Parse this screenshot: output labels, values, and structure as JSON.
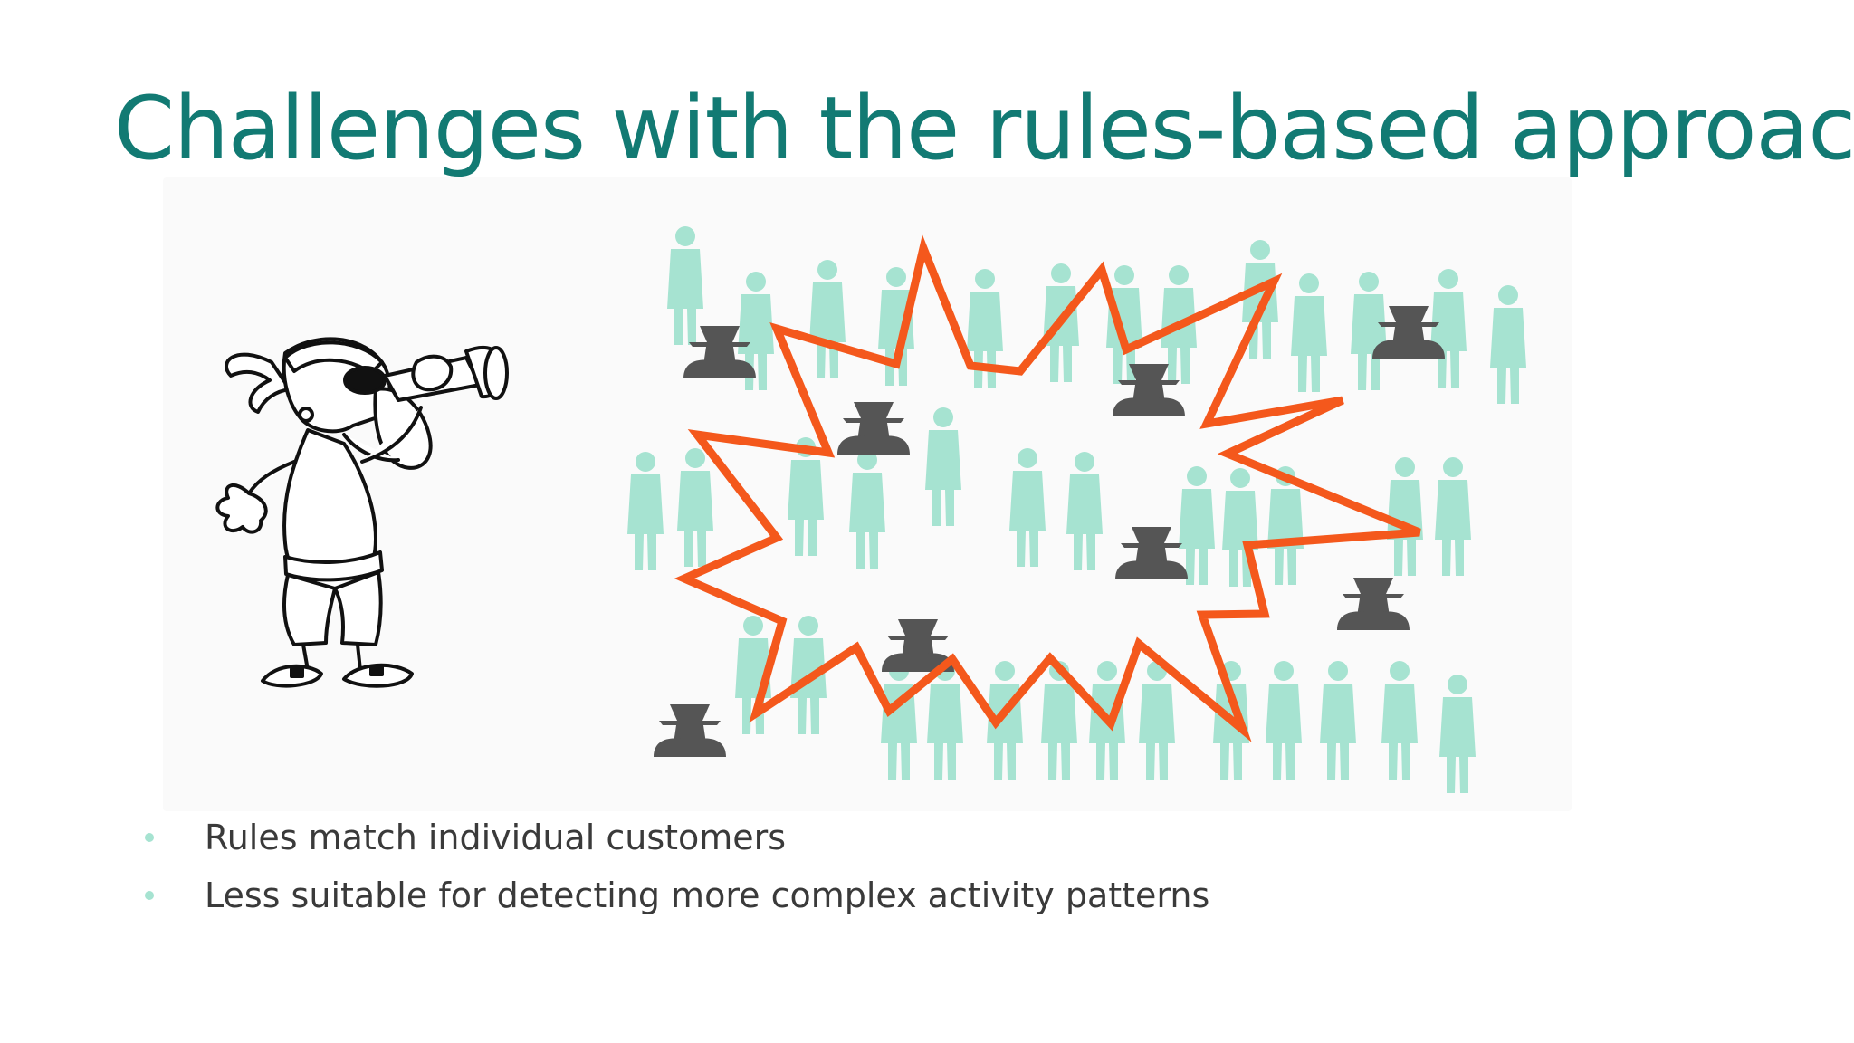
{
  "slide": {
    "title": "Challenges with the rules-based approach",
    "bullets": [
      "Rules match individual customers",
      "Less suitable for detecting more complex activity patterns"
    ]
  },
  "illustration": {
    "figures": [
      "pirate-with-telescope",
      "crowd-silhouettes",
      "spy-silhouettes",
      "starburst-outline"
    ],
    "crowd_color": "#a6e3d1",
    "spy_color": "#555555",
    "starburst_color": "#f4581c",
    "bullet_color": "#a6e3d1",
    "title_color": "#127a73"
  }
}
